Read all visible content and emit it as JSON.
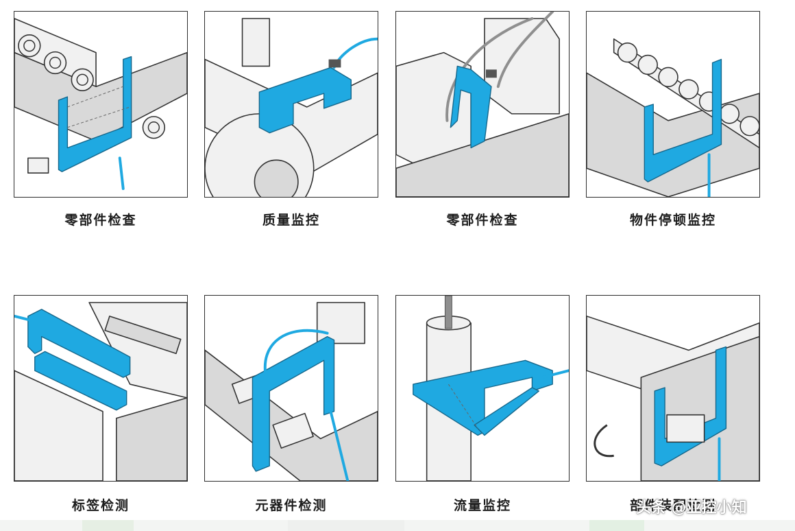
{
  "panels": [
    {
      "caption": "零部件检查",
      "illustration": "parts-inspection-gears"
    },
    {
      "caption": "质量监控",
      "illustration": "quality-monitoring-saw-blade"
    },
    {
      "caption": "零部件检查",
      "illustration": "parts-inspection-gripper"
    },
    {
      "caption": "物件停顿监控",
      "illustration": "object-stop-monitoring"
    },
    {
      "caption": "标签检测",
      "illustration": "label-detection"
    },
    {
      "caption": "元器件检测",
      "illustration": "component-detection"
    },
    {
      "caption": "流量监控",
      "illustration": "flow-monitoring"
    },
    {
      "caption": "部件装配检测",
      "illustration": "part-position-detection"
    }
  ],
  "watermark": "头条 @亚控小知",
  "colors": {
    "sensor_blue": "#1fa9e1",
    "line": "#333333",
    "panel_bg": "#ffffff"
  }
}
